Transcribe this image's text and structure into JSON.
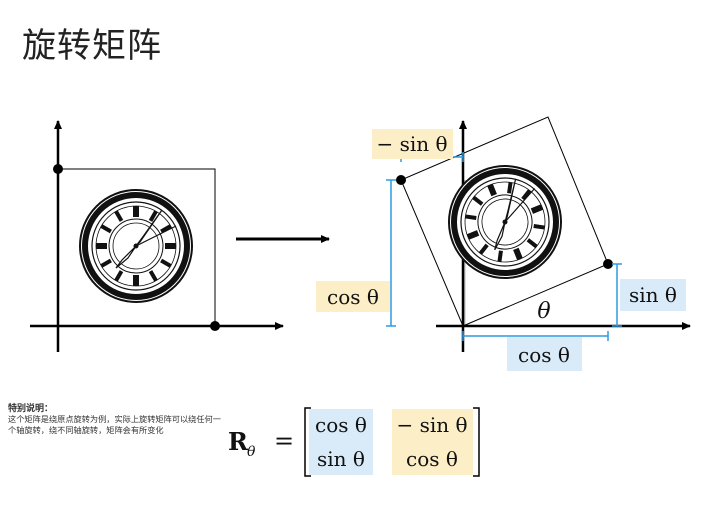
{
  "title": "旋转矩阵",
  "labels": {
    "neg_sin": "− sin θ",
    "cos_left": "cos θ",
    "sin_right": "sin θ",
    "theta": "θ",
    "cos_bottom": "cos θ"
  },
  "matrix": {
    "lhs_symbol": "R",
    "lhs_subscript": "θ",
    "equals": "=",
    "m11": "cos θ",
    "m12": "− sin θ",
    "m21": "sin θ",
    "m22": "cos θ"
  },
  "note": {
    "title": "特别说明：",
    "body": "这个矩阵是绕原点旋转为例，实际上旋转矩阵可以绕任何一个轴旋转，绕不同轴旋转，矩阵会有所变化"
  },
  "colors": {
    "yellow_highlight": "#FCEFC7",
    "blue_highlight": "#D9EAF8",
    "blue_line": "#2E9BE0"
  }
}
